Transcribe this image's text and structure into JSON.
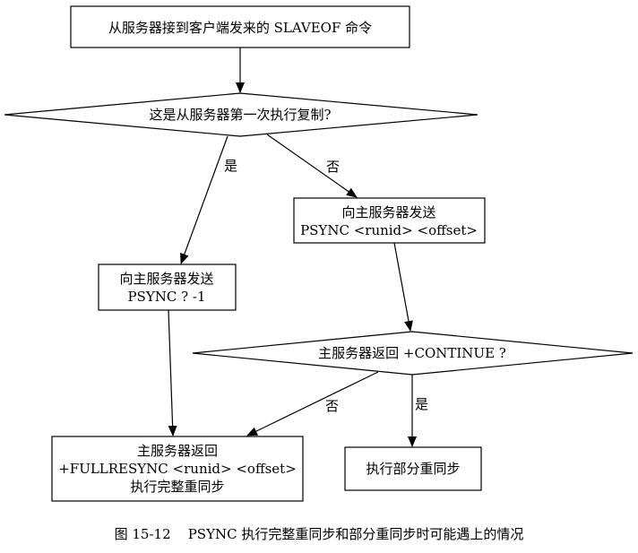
{
  "nodes": {
    "receive_slaveof": "从服务器接到客户端发来的 SLAVEOF 命令",
    "first_replication": "这是从服务器第一次执行复制?",
    "send_psync_runid": [
      "向主服务器发送",
      "PSYNC <runid> <offset>"
    ],
    "send_psync_minus1": [
      "向主服务器发送",
      "PSYNC ? -1"
    ],
    "master_continue": "主服务器返回 +CONTINUE ?",
    "master_fullresync": [
      "主服务器返回",
      "+FULLRESYNC <runid> <offset>",
      "执行完整重同步"
    ],
    "partial_resync": "执行部分重同步"
  },
  "edge_labels": {
    "yes": "是",
    "no": "否"
  },
  "caption": "图 15-12    PSYNC 执行完整重同步和部分重同步时可能遇上的情况",
  "colors": {
    "stroke": "#000000",
    "fill": "#ffffff",
    "text": "#000000"
  }
}
